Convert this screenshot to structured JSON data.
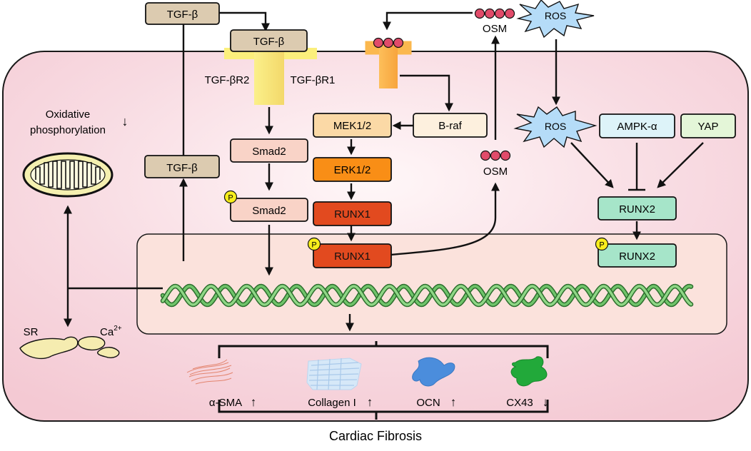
{
  "caption": "Cardiac Fibrosis",
  "membrane": {
    "receptor_left_label": "TGF-βR2",
    "receptor_right_label": "TGF-βR1"
  },
  "ligands": {
    "tgfb_outside": "TGF-β",
    "tgfb_bound": "TGF-β",
    "tgfb_cytoplasm": "TGF-β",
    "osm_outside": "OSM",
    "osm_inside": "OSM",
    "ros_outside": "ROS",
    "ros_inside": "ROS"
  },
  "pathway": {
    "smad2": "Smad2",
    "smad2_phos": "Smad2",
    "braf": "B-raf",
    "mek": "MEK1/2",
    "erk": "ERK1/2",
    "runx1": "RUNX1",
    "runx1_phos": "RUNX1",
    "ampk": "AMPK-α",
    "yap": "YAP",
    "runx2": "RUNX2",
    "runx2_phos": "RUNX2",
    "phospho_marker": "P"
  },
  "mito": {
    "label_line1": "Oxidative",
    "label_line2": "phosphorylation",
    "arrow": "↓"
  },
  "sr": {
    "label": "SR",
    "ca": "Ca",
    "ca_sup": "2+"
  },
  "outputs": [
    {
      "label": "α-SMA",
      "arrow": "↑"
    },
    {
      "label": "Collagen I",
      "arrow": "↑"
    },
    {
      "label": "OCN",
      "arrow": "↑"
    },
    {
      "label": "CX43",
      "arrow": "↓"
    }
  ],
  "colors": {
    "cell_fill": "#f5cdd6",
    "nucleus_fill": "#fbe1dc",
    "tgfb_box": "#dccbb0",
    "smad_box": "#f9d3c7",
    "mek_box": "#fbd9a6",
    "braf_box": "#fdf0de",
    "erk_box": "#f98e16",
    "runx1_box": "#e24a1f",
    "runx2_box": "#a6e5c9",
    "ampk_box": "#ddf3f9",
    "yap_box": "#e4f6d8",
    "ros_star": "#b5dcf8",
    "osm_bead": "#e14b6a",
    "dna_green": "#55ae52",
    "phospho_yellow": "#f8ee1c"
  },
  "icons": [
    "mitochondrion-icon",
    "sarcoplasmic-reticulum-icon",
    "dna-helix-icon",
    "alpha-sma-fiber-icon",
    "collagen-icon",
    "ocn-icon",
    "cx43-icon"
  ]
}
